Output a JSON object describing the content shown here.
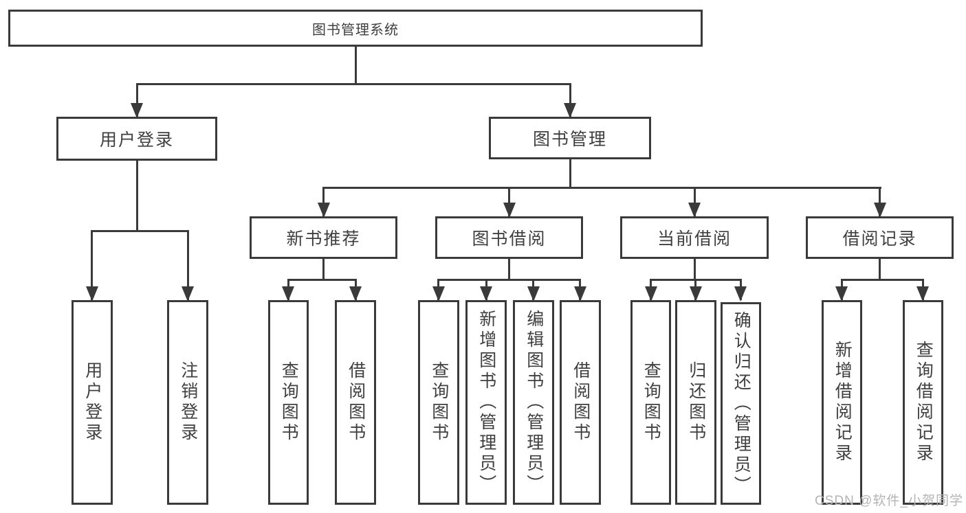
{
  "diagram": {
    "root": {
      "label": "图书管理系统"
    },
    "level2": [
      {
        "label": "用户登录"
      },
      {
        "label": "图书管理"
      }
    ],
    "level3": [
      {
        "label": "新书推荐"
      },
      {
        "label": "图书借阅"
      },
      {
        "label": "当前借阅"
      },
      {
        "label": "借阅记录"
      }
    ],
    "leaves": {
      "user_login": [
        "用户登录",
        "注销登录"
      ],
      "new_book_recommend": [
        "查询图书",
        "借阅图书"
      ],
      "book_borrow": [
        "查询图书",
        "新增图书（管理员）",
        "编辑图书（管理员）",
        "借阅图书"
      ],
      "current_borrow": [
        "查询图书",
        "归还图书",
        "确认归还（管理员）"
      ],
      "borrow_record": [
        "新增借阅记录",
        "查询借阅记录"
      ]
    }
  },
  "watermark": {
    "text": "CSDN @软件_小贺同学",
    "color": "#b4b4b4"
  },
  "colors": {
    "line": "#3a3a3a",
    "text": "#3f3f3f",
    "background": "#ffffff"
  }
}
